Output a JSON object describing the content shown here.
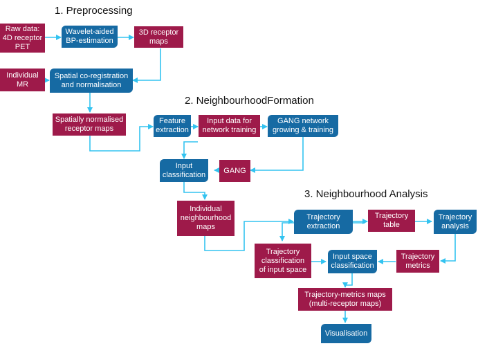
{
  "sections": {
    "preprocessing": "1. Preprocessing",
    "neighbourhood_formation": "2. NeighbourhoodFormation",
    "neighbourhood_analysis": "3. Neighbourhood Analysis"
  },
  "nodes": {
    "raw_data": "Raw data:\n4D receptor\nPET",
    "wavelet_bp": "Wavelet-aided\nBP-estimation",
    "receptor_maps_3d": "3D receptor\nmaps",
    "individual_mr": "Individual\nMR",
    "spatial_coreg": "Spatial co-registration\nand normalisation",
    "spatially_normalised": "Spatially normalised\nreceptor maps",
    "feature_extraction": "Feature\nextraction",
    "input_data_training": "Input data for\nnetwork training",
    "gang_network": "GANG network\ngrowing & training",
    "gang": "GANG",
    "input_classification": "Input\nclassification",
    "individual_neighbourhood_maps": "Individual\nneighbourhood\nmaps",
    "trajectory_extraction": "Trajectory\nextraction",
    "trajectory_table": "Trajectory\ntable",
    "trajectory_analysis": "Trajectory\nanalysis",
    "trajectory_classification": "Trajectory\nclassification\nof input space",
    "input_space_classification": "Input space\nclassification",
    "trajectory_metrics": "Trajectory\nmetrics",
    "trajectory_metrics_maps": "Trajectory-metrics maps\n(multi-receptor maps)",
    "visualisation": "Visualisation"
  },
  "colors": {
    "data_box": "#9e1a4a",
    "process_box": "#166aa3",
    "arrow": "#33c3f0"
  }
}
